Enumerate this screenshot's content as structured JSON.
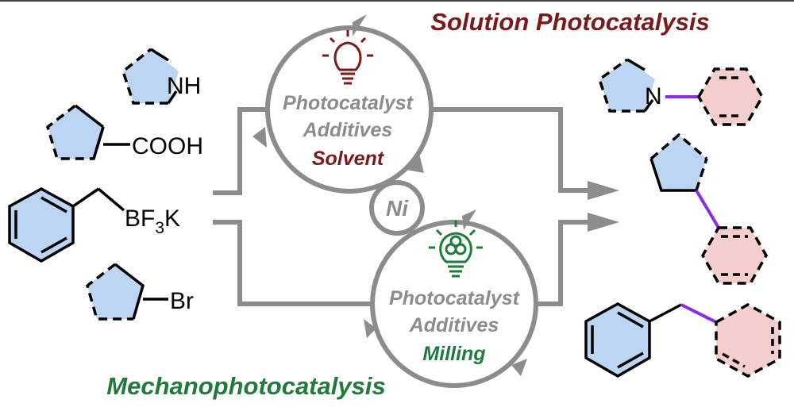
{
  "titles": {
    "solution": "Solution Photocatalysis",
    "mechano": "Mechanophotocatalysis"
  },
  "reagents": {
    "amine_group": "NH",
    "acid_group": "COOH",
    "borate_group_prefix": "BF",
    "borate_subscript": "3",
    "borate_suffix": "K",
    "bromide_group": "Br"
  },
  "top_cycle": {
    "line1": "Photocatalyst",
    "line2": "Additives",
    "line3": "Solvent"
  },
  "bottom_cycle": {
    "line1": "Photocatalyst",
    "line2": "Additives",
    "line3": "Milling"
  },
  "catalyst": {
    "label": "Ni"
  },
  "products": {
    "amine_n": "N"
  },
  "colors": {
    "solution_accent": "#7b1a1a",
    "mechano_accent": "#1e7b3c",
    "gray": "#8c8c8c",
    "blue_fill": "#bcd5f2",
    "pink_fill": "#f5cece",
    "bond_purple": "#8b2be2"
  },
  "icons": {
    "solution_bulb": "lightbulb-icon",
    "mechano_bulb": "lightbulb-balls-icon"
  }
}
